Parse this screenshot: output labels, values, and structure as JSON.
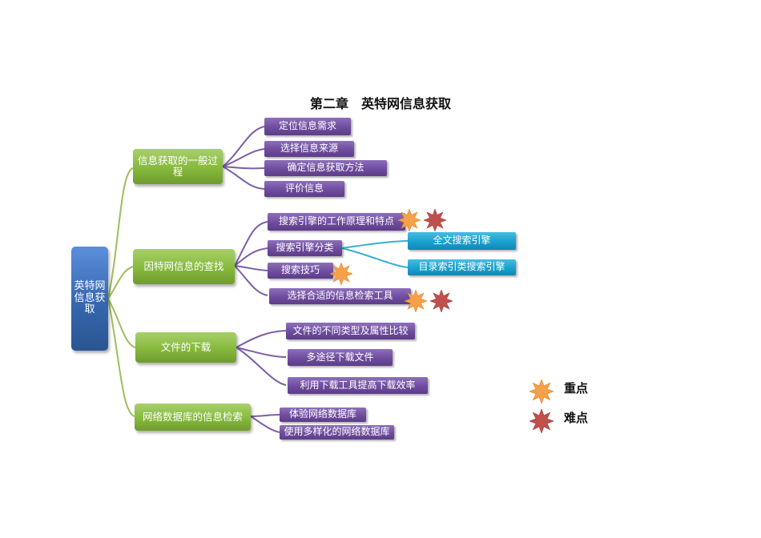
{
  "title": "第二章　英特网信息获取",
  "root": {
    "label": "英特网信息获取"
  },
  "branches": [
    {
      "label": "信息获取的一般过程",
      "children": [
        "定位信息需求",
        "选择信息来源",
        "确定信息获取方法",
        "评价信息"
      ]
    },
    {
      "label": "因特网信息的查找",
      "children": [
        {
          "label": "搜索引擎的工作原理和特点",
          "marks": [
            "key",
            "hard"
          ]
        },
        {
          "label": "搜索引擎分类",
          "children": [
            "全文搜索引擎",
            "目录索引类搜索引擎"
          ]
        },
        {
          "label": "搜索技巧",
          "marks": [
            "key"
          ]
        },
        {
          "label": "选择合适的信息检索工具",
          "marks": [
            "key",
            "hard"
          ]
        }
      ]
    },
    {
      "label": "文件的下载",
      "children": [
        "文件的不同类型及属性比较",
        "多途径下载文件",
        "利用下载工具提高下载效率"
      ]
    },
    {
      "label": "网络数据库的信息检索",
      "children": [
        "体验网络数据库",
        "使用多样化的网络数据库"
      ]
    }
  ],
  "legend": [
    {
      "mark": "key",
      "label": "重点",
      "color": "#f6a04a",
      "icon": "orange-star-icon"
    },
    {
      "mark": "hard",
      "label": "难点",
      "color": "#c0504d",
      "icon": "red-star-icon"
    }
  ],
  "colors": {
    "root": "#3567b0",
    "level1": "#86b93c",
    "level2": "#6f4c9f",
    "level3": "#1aa0cf"
  }
}
